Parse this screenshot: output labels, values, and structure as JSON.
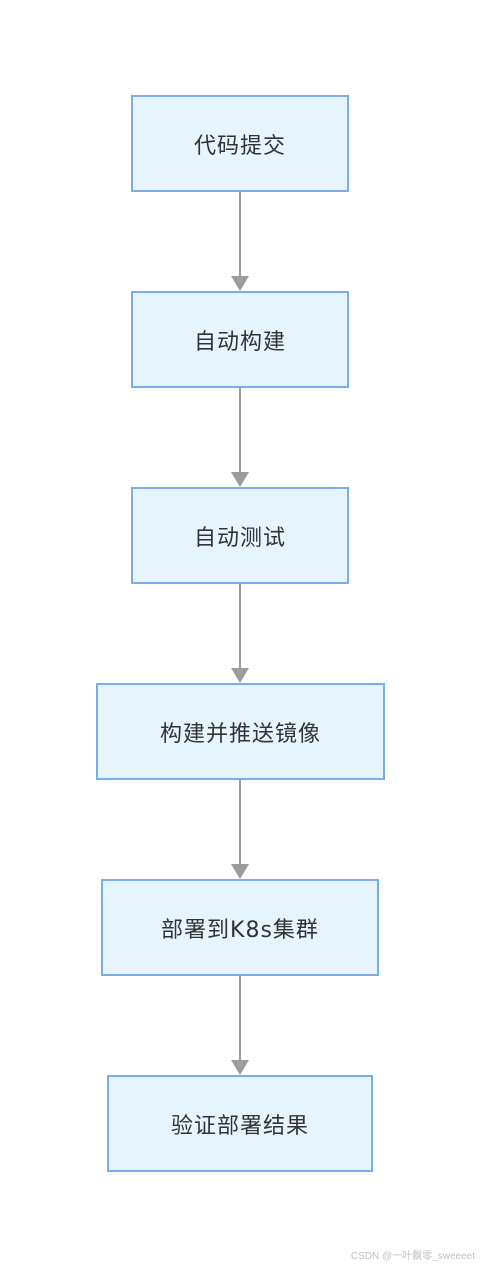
{
  "flow": {
    "steps": [
      {
        "label": "代码提交"
      },
      {
        "label": "自动构建"
      },
      {
        "label": "自动测试"
      },
      {
        "label": "构建并推送镜像"
      },
      {
        "label": "部署到K8s集群"
      },
      {
        "label": "验证部署结果"
      }
    ]
  },
  "watermark": {
    "text": "CSDN @一叶飘零_sweeeet"
  },
  "colors": {
    "node_fill": "#e6f4fd",
    "node_border": "#7aaee6",
    "edge": "#9b9b9b",
    "text": "#333333"
  }
}
